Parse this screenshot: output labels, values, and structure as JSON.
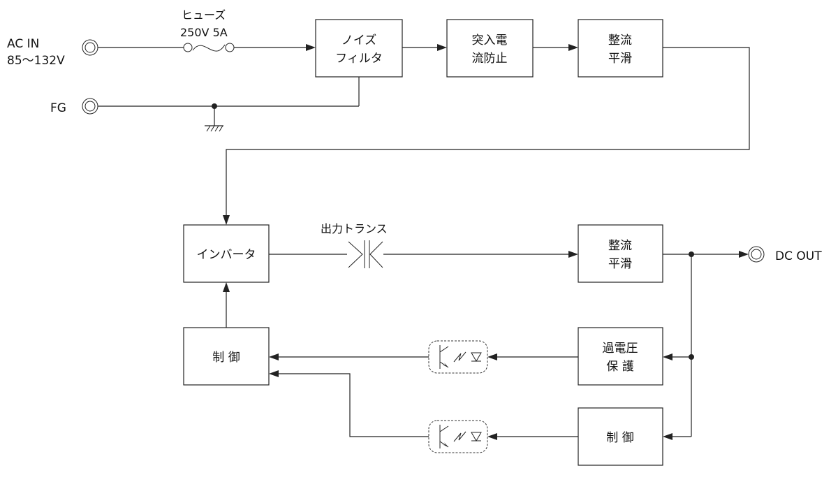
{
  "terminals": {
    "ac_in_label": "AC IN",
    "ac_in_voltage": "85〜132V",
    "fg_label": "FG",
    "dc_out_label": "DC OUT"
  },
  "fuse": {
    "title": "ヒューズ",
    "rating": "250V 5A"
  },
  "transformer": {
    "label": "出力トランス"
  },
  "blocks": {
    "noise_filter": {
      "line1": "ノイズ",
      "line2": "フィルタ"
    },
    "inrush_limiter": {
      "line1": "突入電",
      "line2": "流防止"
    },
    "rectifier_primary": {
      "line1": "整流",
      "line2": "平滑"
    },
    "inverter": {
      "label": "インバータ"
    },
    "rectifier_secondary": {
      "line1": "整流",
      "line2": "平滑"
    },
    "control_primary": {
      "label": "制 御"
    },
    "ovp": {
      "line1": "過電圧",
      "line2": "保 護"
    },
    "control_secondary": {
      "label": "制 御"
    }
  },
  "colors": {
    "line": "#222222",
    "background": "#ffffff"
  }
}
